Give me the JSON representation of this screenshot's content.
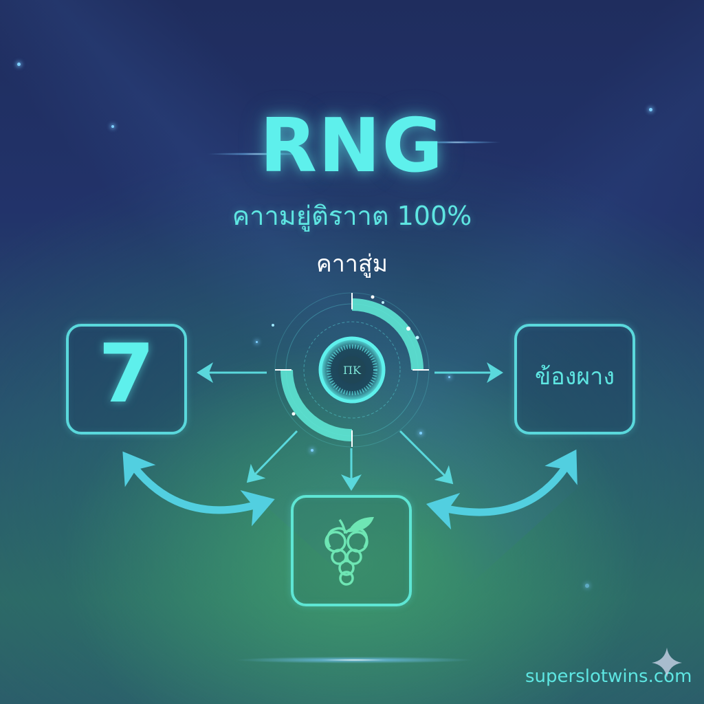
{
  "header": {
    "title": "RNG",
    "subtitle": "คาามยู่ติราาต 100%",
    "caption": "คาาสู่ม"
  },
  "diagram": {
    "center_node": {
      "label": "ΠK",
      "icon": "rng-dial-icon"
    },
    "nodes": [
      {
        "id": "left",
        "label": "7",
        "icon": "lucky-seven"
      },
      {
        "id": "right",
        "label": "ข้องผาง"
      },
      {
        "id": "bottom",
        "label": "",
        "icon": "grapes-icon"
      }
    ],
    "edges": [
      {
        "from": "center",
        "to": "left",
        "type": "arrow"
      },
      {
        "from": "center",
        "to": "right",
        "type": "arrow"
      },
      {
        "from": "center",
        "to": "bottom",
        "type": "arrow"
      },
      {
        "from": "center",
        "to": "bottom-left",
        "type": "arrow"
      },
      {
        "from": "center",
        "to": "bottom-right",
        "type": "arrow"
      },
      {
        "from": "left",
        "to": "bottom",
        "type": "curved-bidirectional"
      },
      {
        "from": "right",
        "to": "bottom",
        "type": "curved-bidirectional"
      }
    ]
  },
  "footer": {
    "watermark": "superslotwins.com",
    "watermark_icon": "sparkle-star-icon"
  },
  "colors": {
    "accent": "#5ef0ec",
    "box_border": "#5ad8dc",
    "background_top": "#1f2d5e",
    "background_bottom": "#2d6866",
    "text_white": "#ffffff"
  }
}
